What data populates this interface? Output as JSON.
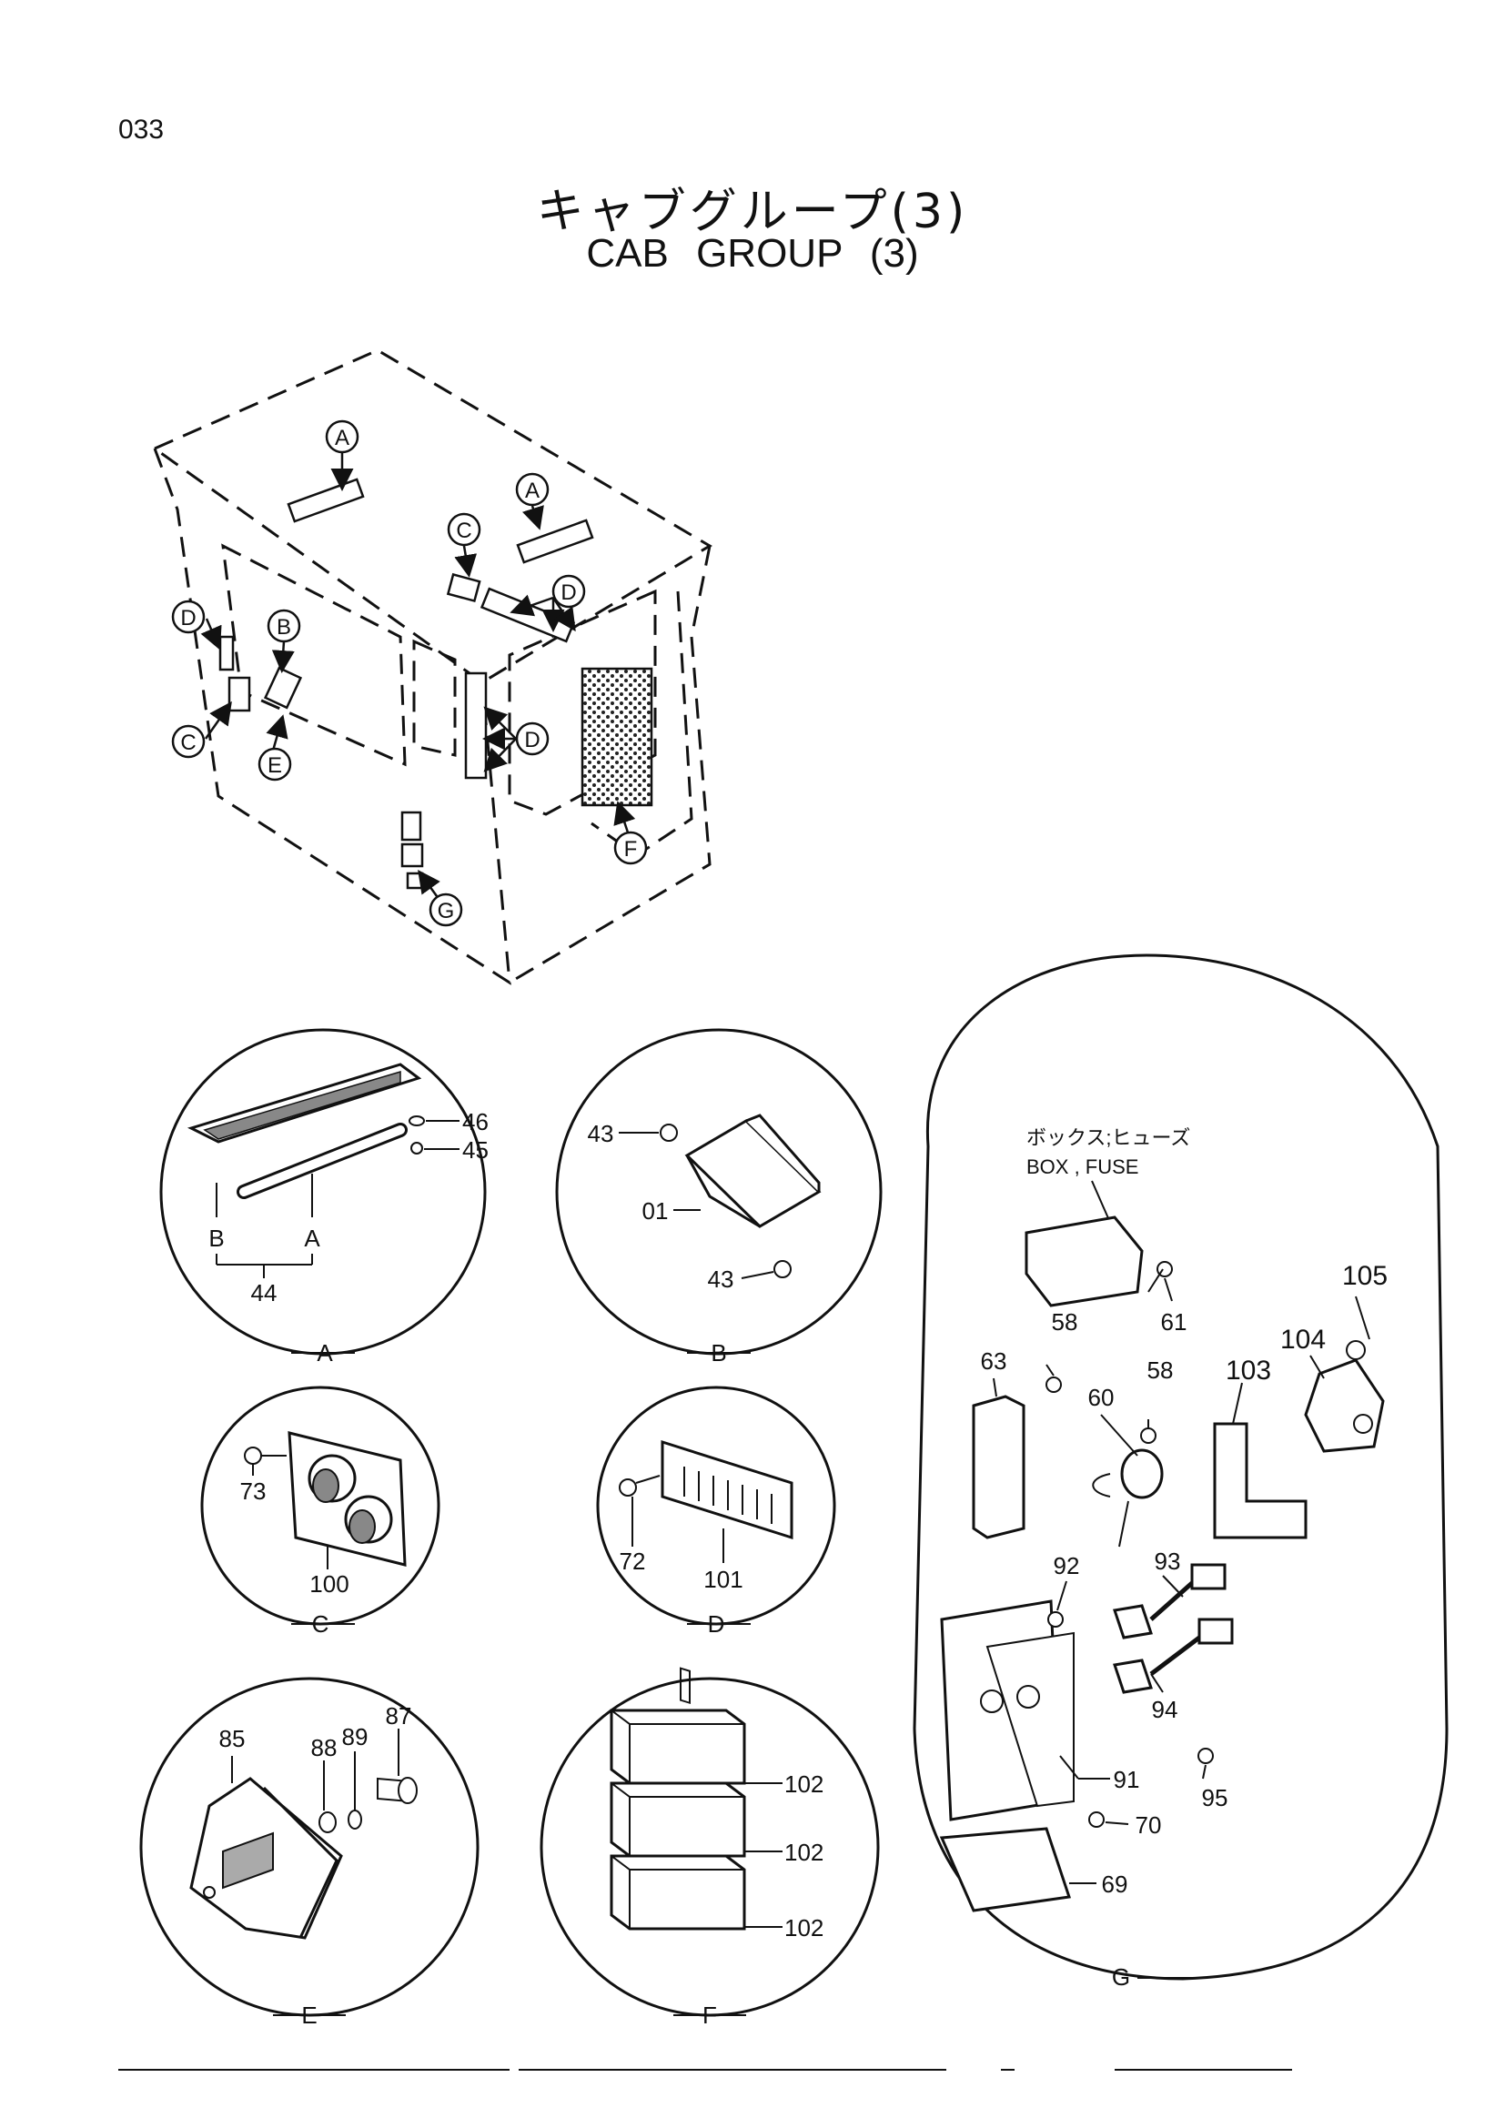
{
  "page": {
    "number": "033"
  },
  "title": {
    "jp": "キャブグループ(3)",
    "en": "CAB   GROUP (3)"
  },
  "overview": {
    "callouts": [
      "A",
      "A",
      "C",
      "D",
      "D",
      "D",
      "B",
      "C",
      "E",
      "F",
      "G"
    ]
  },
  "details": {
    "A": {
      "letter": "A",
      "labels": {
        "p46": "46",
        "p45": "45",
        "b": "B",
        "a": "A",
        "p44": "44"
      }
    },
    "B": {
      "letter": "B",
      "labels": {
        "p43a": "43",
        "p01": "01",
        "p43b": "43"
      }
    },
    "C": {
      "letter": "C",
      "labels": {
        "p73": "73",
        "p100": "100"
      }
    },
    "D": {
      "letter": "D",
      "labels": {
        "p72": "72",
        "p101": "101"
      }
    },
    "E": {
      "letter": "E",
      "labels": {
        "p85": "85",
        "p88": "88",
        "p89": "89",
        "p87": "87"
      }
    },
    "F": {
      "letter": "F",
      "labels": {
        "p102a": "102",
        "p102b": "102",
        "p102c": "102"
      }
    },
    "G": {
      "letter": "G",
      "fuse_box_jp": "ボックス;ヒューズ",
      "fuse_box_en": "BOX , FUSE",
      "labels": {
        "p105": "105",
        "p104": "104",
        "p103": "103",
        "p61": "61",
        "p58a": "58",
        "p63": "63",
        "p60": "60",
        "p58b": "58",
        "p92": "92",
        "p93": "93",
        "p94": "94",
        "p91": "91",
        "p95": "95",
        "p70": "70",
        "p69": "69"
      }
    }
  }
}
